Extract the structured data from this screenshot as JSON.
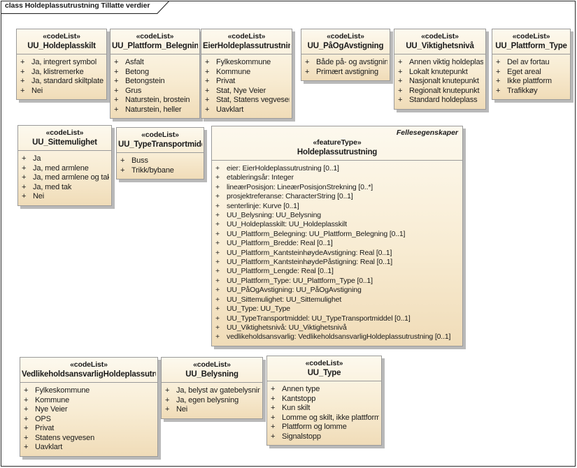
{
  "frame": {
    "title": "class Holdeplassutrustning Tillatte verdier"
  },
  "visibility_symbol": "+",
  "colors": {
    "box_fill_top": "#fdf9ee",
    "box_fill_bottom": "#f0dcb8",
    "box_border": "#9a9a9a",
    "box_shadow": "#b9b9b9",
    "frame_border": "#2a2a2a",
    "text": "#1a1a1a"
  },
  "code_lists": [
    {
      "stereotype": "«codeList»",
      "name": "UU_Holdeplasskilt",
      "items": [
        "Ja, integrert symbol",
        "Ja, klistremerke",
        "Ja, standard skiltplate",
        "Nei"
      ]
    },
    {
      "stereotype": "«codeList»",
      "name": "UU_Plattform_Belegning",
      "items": [
        "Asfalt",
        "Betong",
        "Betongstein",
        "Grus",
        "Naturstein, brostein",
        "Naturstein, heller"
      ]
    },
    {
      "stereotype": "«codeList»",
      "name": "EierHoldeplassutrustning",
      "items": [
        "Fylkeskommune",
        "Kommune",
        "Privat",
        "Stat, Nye Veier",
        "Stat, Statens vegvesen",
        "Uavklart"
      ]
    },
    {
      "stereotype": "«codeList»",
      "name": "UU_PåOgAvstigning",
      "items": [
        "Både på- og avstigning",
        "Primært avstigning"
      ]
    },
    {
      "stereotype": "«codeList»",
      "name": "UU_Viktighetsnivå",
      "items": [
        "Annen viktig holdeplass",
        "Lokalt knutepunkt",
        "Nasjonalt knutepunkt",
        "Regionalt knutepunkt",
        "Standard holdeplass"
      ]
    },
    {
      "stereotype": "«codeList»",
      "name": "UU_Plattform_Type",
      "items": [
        "Del av fortau",
        "Eget areal",
        "Ikke plattform",
        "Trafikkøy"
      ]
    },
    {
      "stereotype": "«codeList»",
      "name": "UU_Sittemulighet",
      "items": [
        "Ja",
        "Ja, med armlene",
        "Ja, med armlene og tak",
        "Ja, med tak",
        "Nei"
      ]
    },
    {
      "stereotype": "«codeList»",
      "name": "UU_TypeTransportmiddel",
      "items": [
        "Buss",
        "Trikk/bybane"
      ]
    },
    {
      "stereotype": "«codeList»",
      "name": "VedlikeholdsansvarligHoldeplassutrustning",
      "items": [
        "Fylkeskommune",
        "Kommune",
        "Nye Veier",
        "OPS",
        "Privat",
        "Statens vegvesen",
        "Uavklart"
      ]
    },
    {
      "stereotype": "«codeList»",
      "name": "UU_Belysning",
      "items": [
        "Ja, belyst av gatebelysning",
        "Ja, egen belysning",
        "Nei"
      ]
    },
    {
      "stereotype": "«codeList»",
      "name": "UU_Type",
      "items": [
        "Annen type",
        "Kantstopp",
        "Kun skilt",
        "Lomme og skilt, ikke plattform",
        "Plattform og lomme",
        "Signalstopp"
      ]
    }
  ],
  "feature": {
    "package_label": "Fellesegenskaper",
    "stereotype": "«featureType»",
    "name": "Holdeplassutrustning",
    "attributes": [
      "eier: EierHoldeplassutrustning [0..1]",
      "etableringsår: Integer",
      "lineærPosisjon: LineærPosisjonStrekning [0..*]",
      "prosjektreferanse: CharacterString [0..1]",
      "senterlinje: Kurve [0..1]",
      "UU_Belysning: UU_Belysning",
      "UU_Holdeplasskilt: UU_Holdeplasskilt",
      "UU_Plattform_Belegning: UU_Plattform_Belegning [0..1]",
      "UU_Plattform_Bredde: Real [0..1]",
      "UU_Plattform_KantsteinhøydeAvstigning: Real [0..1]",
      "UU_Plattform_KantsteinhøydePåstigning: Real [0..1]",
      "UU_Plattform_Lengde: Real [0..1]",
      "UU_Plattform_Type: UU_Plattform_Type [0..1]",
      "UU_PåOgAvstigning: UU_PåOgAvstigning",
      "UU_Sittemulighet: UU_Sittemulighet",
      "UU_Type: UU_Type",
      "UU_TypeTransportmiddel: UU_TypeTransportmiddel [0..1]",
      "UU_Viktighetsnivå: UU_Viktighetsnivå",
      "vedlikeholdsansvarlig: VedlikeholdsansvarligHoldeplassutrustning [0..1]"
    ]
  }
}
